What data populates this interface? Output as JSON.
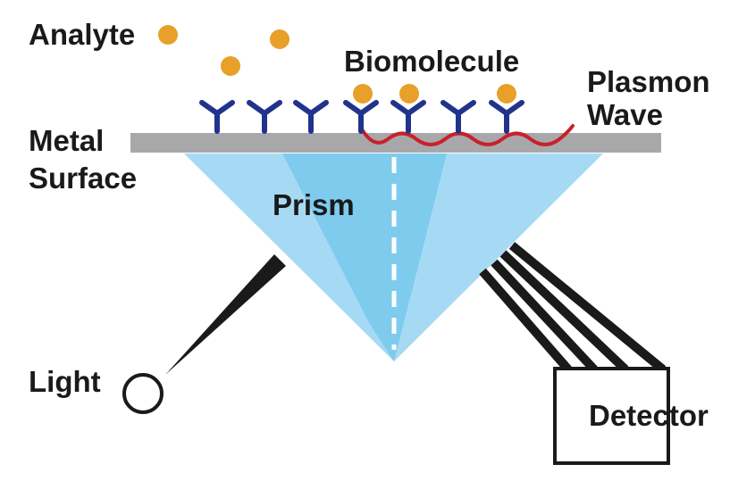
{
  "labels": {
    "analyte": "Analyte",
    "biomolecule": "Biomolecule",
    "plasmon_line1": "Plasmon",
    "plasmon_line2": "Wave",
    "metal_line1": "Metal",
    "metal_line2": "Surface",
    "prism": "Prism",
    "light": "Light",
    "detector": "Detector"
  },
  "colors": {
    "analyte": "#e8a028",
    "antibody": "#22338c",
    "metal": "#a8a8aa",
    "prism_light": "#a6daf4",
    "prism_mid": "#7ecbee",
    "plasmon": "#c8202c",
    "beam": "#1a1a1a",
    "text": "#1a1a1a"
  },
  "icons": {
    "antibody": "y-shaped-antibody-icon",
    "analyte": "orange-dot-icon",
    "light_source": "circle-icon"
  }
}
